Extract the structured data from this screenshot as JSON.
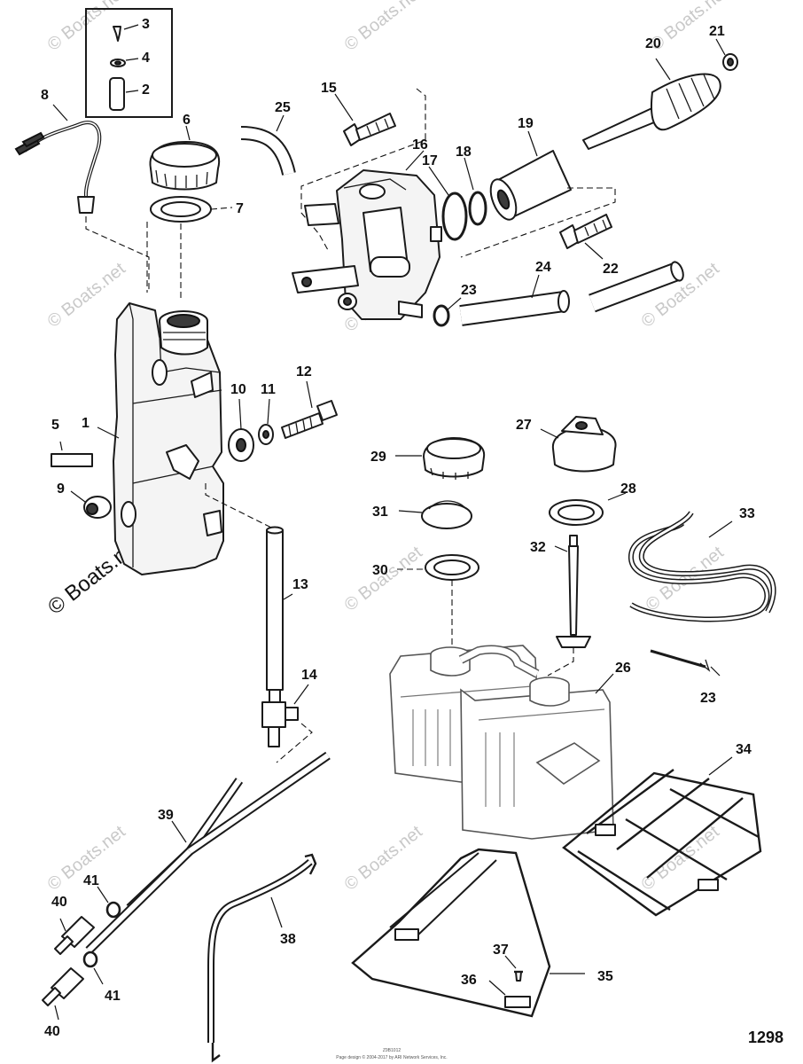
{
  "diagram": {
    "callouts": {
      "c1": "1",
      "c2": "2",
      "c3": "3",
      "c4": "4",
      "c5": "5",
      "c6": "6",
      "c7": "7",
      "c8": "8",
      "c9": "9",
      "c10": "10",
      "c11": "11",
      "c12": "12",
      "c13": "13",
      "c14": "14",
      "c15": "15",
      "c16": "16",
      "c17": "17",
      "c18": "18",
      "c19": "19",
      "c20": "20",
      "c21": "21",
      "c22": "22",
      "c23a": "23",
      "c23b": "23",
      "c24": "24",
      "c25": "25",
      "c26": "26",
      "c27": "27",
      "c28": "28",
      "c29": "29",
      "c30": "30",
      "c31": "31",
      "c32": "32",
      "c33": "33",
      "c34": "34",
      "c35": "35",
      "c36": "36",
      "c37": "37",
      "c38": "38",
      "c39": "39",
      "c40a": "40",
      "c40b": "40",
      "c41a": "41",
      "c41b": "41"
    },
    "watermark": "© Boats.net",
    "diagram_code": "1298",
    "footer_id": "Z9B1012",
    "footer_copyright": "Page design © 2004-2017 by ARI Network Services, Inc."
  }
}
